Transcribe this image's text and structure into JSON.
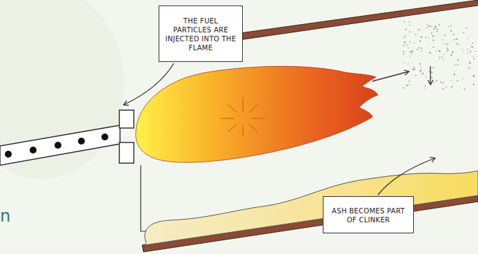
{
  "diagram": {
    "nodes": [
      {
        "text": [
          "THE FUEL PARTICLES ARE INJECTED INTO THE FLAME"
        ]
      },
      {
        "text": [
          "ASH BECOMES PART OF CLINKER"
        ]
      }
    ],
    "labels": [
      "n"
    ]
  }
}
